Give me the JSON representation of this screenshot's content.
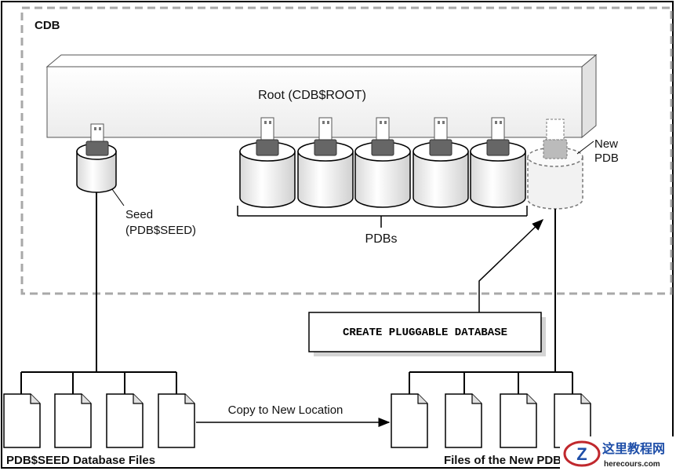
{
  "cdb_label": "CDB",
  "root_label": "Root (CDB$ROOT)",
  "seed_label_line1": "Seed",
  "seed_label_line2": "(PDB$SEED)",
  "pdbs_label": "PDBs",
  "new_pdb_line1": "New",
  "new_pdb_line2": "PDB",
  "command_label": "CREATE PLUGGABLE DATABASE",
  "copy_label": "Copy to New Location",
  "seed_files_label": "PDB$SEED Database Files",
  "new_files_label": "Files of the New PDB",
  "watermark": {
    "text_cn": "这里教程网",
    "text_en": "herecours.com",
    "logo_letter": "Z"
  },
  "colors": {
    "frame": "#000000",
    "dashed": "#a8a8a8",
    "root_fill": "#f7f7f7",
    "cylinder_fill": "#f4f4f4",
    "plug_fill": "#666666"
  }
}
